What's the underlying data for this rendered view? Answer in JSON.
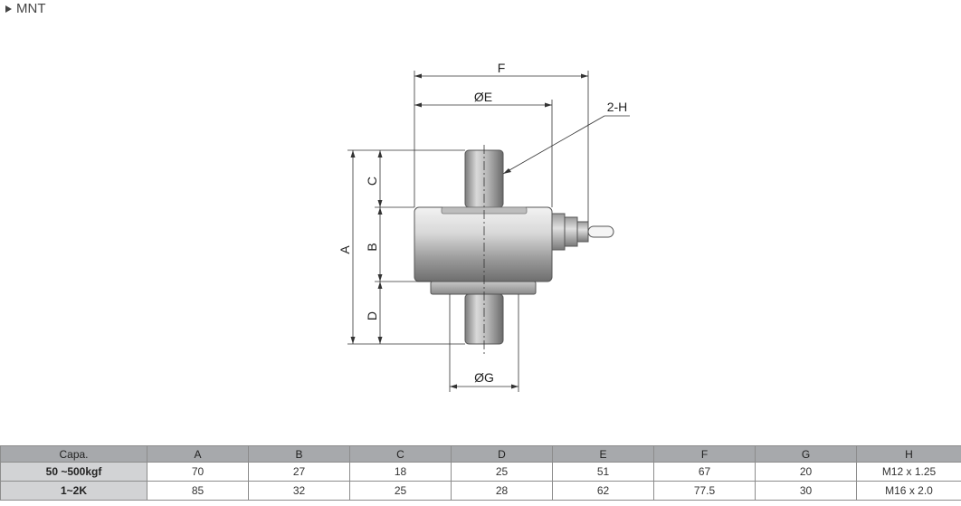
{
  "title": "MNT",
  "drawing": {
    "label_A": "A",
    "label_B": "B",
    "label_C": "C",
    "label_D": "D",
    "label_F": "F",
    "label_E": "ØE",
    "label_G": "ØG",
    "label_H": "2-H"
  },
  "table": {
    "headers": [
      "Capa.",
      "A",
      "B",
      "C",
      "D",
      "E",
      "F",
      "G",
      "H"
    ],
    "rows": [
      [
        "50 ~500kgf",
        "70",
        "27",
        "18",
        "25",
        "51",
        "67",
        "20",
        "M12 x 1.25"
      ],
      [
        "1~2K",
        "85",
        "32",
        "25",
        "28",
        "62",
        "77.5",
        "30",
        "M16 x 2.0"
      ]
    ]
  }
}
